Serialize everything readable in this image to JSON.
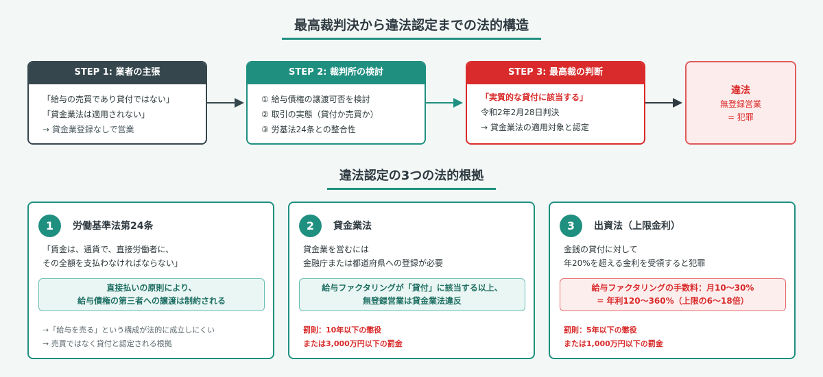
{
  "title": "最高裁判決から違法認定までの法的構造",
  "subtitle": "違法認定の3つの法的根拠",
  "steps": [
    {
      "header": "STEP 1: 業者の主張",
      "lines": [
        "「給与の売買であり貸付ではない」",
        "「貸金業法は適用されない」",
        "→ 貸金業登録なしで営業"
      ]
    },
    {
      "header": "STEP 2: 裁判所の検討",
      "lines": [
        "① 給与債権の譲渡可否を検討",
        "② 取引の実態（貸付か売買か）",
        "③ 労基法24条との整合性"
      ]
    },
    {
      "header": "STEP 3: 最高裁の判断",
      "lines": [
        "「実質的な貸付に該当する」",
        "令和2年2月28日判決",
        "→ 貸金業法の適用対象と認定"
      ]
    }
  ],
  "result": {
    "title": "違法",
    "line1": "無登録営業",
    "line2": "= 犯罪"
  },
  "grounds": [
    {
      "number": "1",
      "title": "労働基準法第24条",
      "body": [
        "「賃金は、通貨で、直接労働者に、",
        "その全額を支払わなければならない」"
      ],
      "highlight": [
        "直接払いの原則により、",
        "給与債権の第三者への譲渡は制約される"
      ],
      "footer": [
        "→「給与を売る」という構成が法的に成立しにくい",
        "→ 売買ではなく貸付と認定される根拠"
      ]
    },
    {
      "number": "2",
      "title": "貸金業法",
      "body": [
        "貸金業を営むには",
        "金融庁または都道府県への登録が必要"
      ],
      "highlight": [
        "給与ファクタリングが「貸付」に該当する以上、",
        "無登録営業は貸金業法違反"
      ],
      "footer": [
        "罰則：10年以下の懲役",
        "または3,000万円以下の罰金"
      ]
    },
    {
      "number": "3",
      "title": "出資法（上限金利）",
      "body": [
        "金銭の貸付に対して",
        "年20%を超える金利を受領すると犯罪"
      ],
      "highlight": [
        "給与ファクタリングの手数料：月10〜30%",
        "= 年利120〜360%（上限の6〜18倍）"
      ],
      "footer": [
        "罰則：5年以下の懲役",
        "または1,000万円以下の罰金"
      ]
    }
  ],
  "colors": {
    "teal": "#1f8f80",
    "dark": "#36464d",
    "red": "#d92b2b",
    "result_bg": "#fdecec"
  }
}
